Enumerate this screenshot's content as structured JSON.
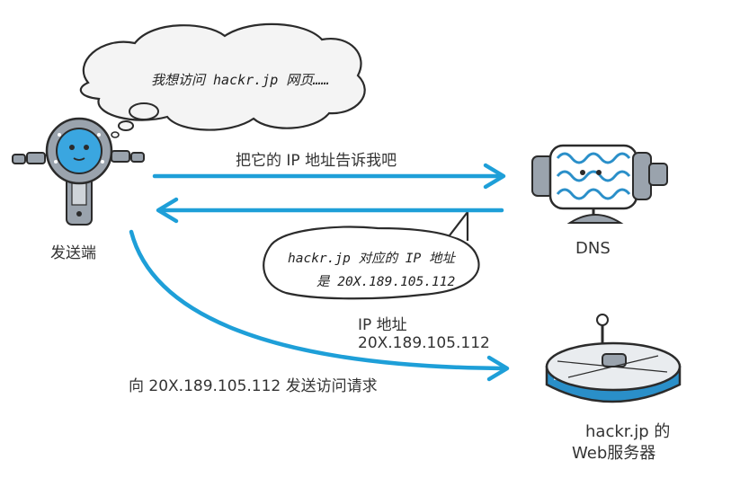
{
  "thought_bubble": {
    "text": "我想访问 hackr.jp 网页……"
  },
  "nodes": {
    "sender_label": "发送端",
    "dns_label": "DNS",
    "web_server_line1": "hackr.jp 的",
    "web_server_line2": "Web服务器"
  },
  "edges": {
    "query_label": "把它的 IP 地址告诉我吧",
    "request_label": "向 20X.189.105.112 发送访问请求"
  },
  "dns_reply_bubble": {
    "line1": "hackr.jp 对应的 IP 地址",
    "line2": "是 20X.189.105.112"
  },
  "ip_note": {
    "line1": "IP 地址",
    "line2": "20X.189.105.112"
  },
  "colors": {
    "arrow": "#1e9fd8",
    "robot_body": "#9aa3ad",
    "robot_face": "#3aa6e0",
    "dns_pattern": "#2a8fc9",
    "outline": "#2b2b2b"
  }
}
